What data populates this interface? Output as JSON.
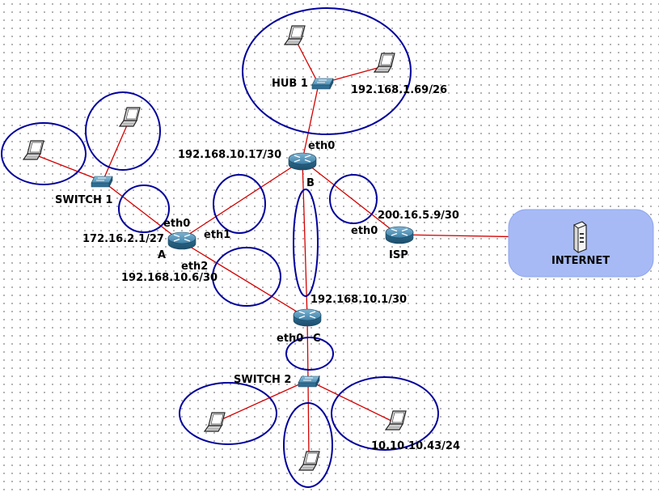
{
  "labels": {
    "hub1": "HUB 1",
    "hub1_ip": "192.168.1.69/26",
    "router_b_eth0": "eth0",
    "router_b_ip": "192.168.10.17/30",
    "router_b": "B",
    "switch1": "SWITCH 1",
    "router_a_eth0": "eth0",
    "router_a_ip": "172.16.2.1/27",
    "router_a_eth1": "eth1",
    "router_a": "A",
    "router_a_eth2": "eth2",
    "router_a_eth2_ip": "192.168.10.6/30",
    "isp_ip": "200.16.5.9/30",
    "isp_eth0": "eth0",
    "isp": "ISP",
    "internet": "INTERNET",
    "router_c_ip": "192.168.10.1/30",
    "router_c_eth0": "eth0",
    "router_c": "C",
    "switch2": "SWITCH 2",
    "switch2_host_ip": "10.10.10.43/24"
  },
  "colors": {
    "link": "#d40000",
    "collision_domain": "#00009c",
    "internet_cloud": "#a7baf5",
    "router": "#2e6f93",
    "switch": "#3b7fa5"
  },
  "icons": {
    "router": "router-icon",
    "switch": "switch-icon",
    "hub": "hub-icon",
    "laptop": "laptop-icon",
    "server": "server-icon"
  }
}
